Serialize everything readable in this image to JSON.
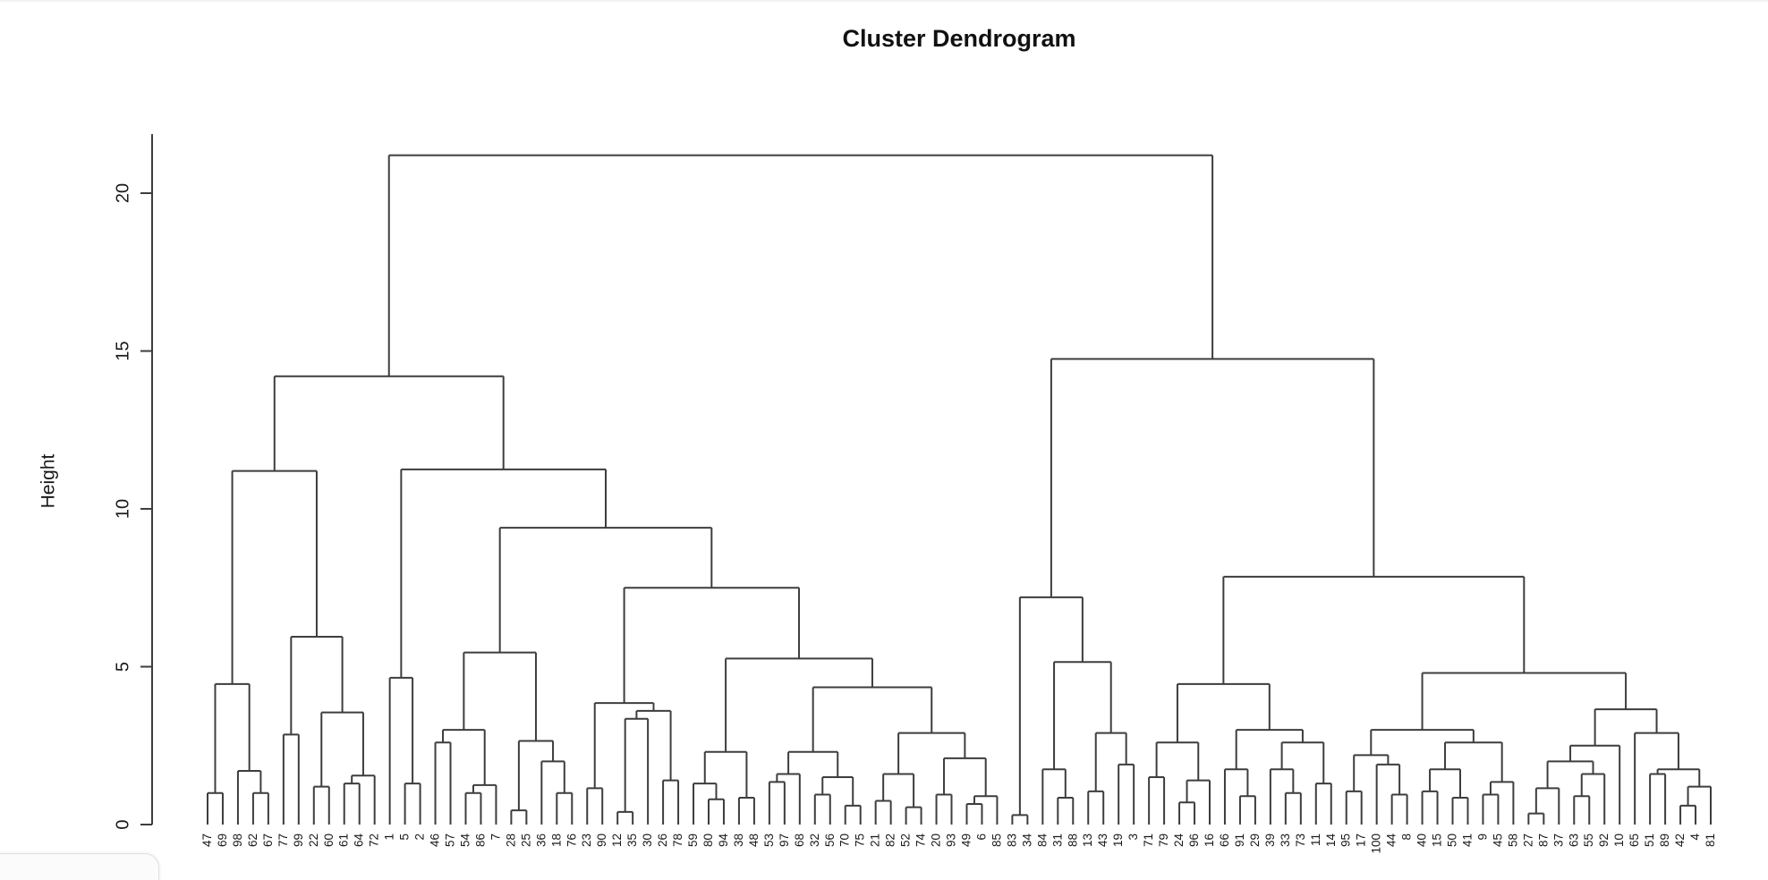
{
  "title": "Cluster Dendrogram",
  "axis": {
    "ylabel": "Height",
    "yticks": [
      "0",
      "5",
      "10",
      "15",
      "20"
    ]
  },
  "colors": {
    "line": "#3d3d3d",
    "text": "#1a1a1a",
    "background": "#ffffff"
  },
  "chart_data": {
    "type": "dendrogram",
    "title": "Cluster Dendrogram",
    "xlabel": "",
    "ylabel": "Height",
    "yticks": [
      0,
      5,
      10,
      15,
      20
    ],
    "ylim": [
      0,
      22
    ],
    "root_height": 21.2,
    "grid": false,
    "legend": false,
    "n_leaves": 100,
    "leaf_order": [
      "47",
      "69",
      "98",
      "62",
      "67",
      "77",
      "99",
      "22",
      "60",
      "61",
      "64",
      "72",
      "1",
      "5",
      "2",
      "46",
      "57",
      "54",
      "86",
      "7",
      "28",
      "25",
      "36",
      "18",
      "76",
      "23",
      "90",
      "12",
      "35",
      "30",
      "26",
      "78",
      "59",
      "80",
      "94",
      "38",
      "48",
      "53",
      "97",
      "68",
      "32",
      "56",
      "70",
      "75",
      "21",
      "82",
      "52",
      "74",
      "20",
      "93",
      "49",
      "6",
      "85",
      "83",
      "34",
      "84",
      "31",
      "88",
      "13",
      "43",
      "19",
      "3",
      "71",
      "79",
      "24",
      "96",
      "16",
      "66",
      "91",
      "29",
      "39",
      "33",
      "73",
      "11",
      "14",
      "95",
      "17",
      "100",
      "44",
      "8",
      "40",
      "15",
      "50",
      "41",
      "9",
      "45",
      "58",
      "27",
      "87",
      "37",
      "63",
      "55",
      "92",
      "10",
      "65",
      "51",
      "89",
      "42",
      "4",
      "81"
    ],
    "merge_tree": [
      [
        [
          [
            [
              "47",
              "69",
              1.0
            ],
            [
              "98",
              [
                "62",
                "67",
                1.0
              ],
              1.7
            ],
            4.45
          ],
          [
            [
              "77",
              "99",
              2.85
            ],
            [
              [
                "22",
                "60",
                1.2
              ],
              [
                [
                  "61",
                  "64",
                  1.3
                ],
                "72",
                1.55
              ],
              3.55
            ],
            5.95
          ],
          11.2
        ],
        [
          [
            "1",
            [
              "5",
              "2",
              1.3
            ],
            4.65
          ],
          [
            [
              [
                [
                  "46",
                  "57",
                  2.6
                ],
                [
                  [
                    "54",
                    "86",
                    1.0
                  ],
                  "7",
                  1.25
                ],
                3.0
              ],
              [
                [
                  "28",
                  "25",
                  0.45
                ],
                [
                  "36",
                  [
                    "18",
                    "76",
                    1.0
                  ],
                  2.0
                ],
                2.65
              ],
              5.45
            ],
            [
              [
                [
                  "23",
                  "90",
                  1.15
                ],
                [
                  [
                    [
                      "12",
                      "35",
                      0.4
                    ],
                    "30",
                    3.35
                  ],
                  [
                    "26",
                    "78",
                    1.4
                  ],
                  3.6
                ],
                3.85
              ],
              [
                [
                  [
                    "59",
                    [
                      "80",
                      "94",
                      0.8
                    ],
                    1.3
                  ],
                  [
                    "38",
                    "48",
                    0.85
                  ],
                  2.3
                ],
                [
                  [
                    [
                      [
                        "53",
                        "97",
                        1.35
                      ],
                      "68",
                      1.6
                    ],
                    [
                      [
                        "32",
                        "56",
                        0.95
                      ],
                      [
                        "70",
                        "75",
                        0.6
                      ],
                      1.5
                    ],
                    2.3
                  ],
                  [
                    [
                      [
                        "21",
                        "82",
                        0.75
                      ],
                      [
                        "52",
                        "74",
                        0.55
                      ],
                      1.6
                    ],
                    [
                      [
                        "20",
                        "93",
                        0.95
                      ],
                      [
                        [
                          "49",
                          "6",
                          0.65
                        ],
                        "85",
                        0.9
                      ],
                      2.1
                    ],
                    2.9
                  ],
                  4.35
                ],
                5.26
              ],
              7.5
            ],
            9.4
          ],
          11.25
        ],
        14.2
      ],
      [
        [
          [
            "83",
            "34",
            0.3
          ],
          [
            [
              "84",
              [
                "31",
                "88",
                0.85
              ],
              1.75
            ],
            [
              [
                "13",
                "43",
                1.05
              ],
              [
                "19",
                "3",
                1.9
              ],
              2.9
            ],
            5.15
          ],
          7.2
        ],
        [
          [
            [
              [
                "71",
                "79",
                1.5
              ],
              [
                [
                  "24",
                  "96",
                  0.7
                ],
                "16",
                1.4
              ],
              2.6
            ],
            [
              [
                "66",
                [
                  "91",
                  "29",
                  0.9
                ],
                1.75
              ],
              [
                [
                  "39",
                  [
                    "33",
                    "73",
                    1.0
                  ],
                  1.75
                ],
                [
                  "11",
                  "14",
                  1.3
                ],
                2.6
              ],
              3.0
            ],
            4.45
          ],
          [
            [
              [
                [
                  "95",
                  "17",
                  1.05
                ],
                [
                  "100",
                  [
                    "44",
                    "8",
                    0.95
                  ],
                  1.9
                ],
                2.2
              ],
              [
                [
                  [
                    "40",
                    "15",
                    1.05
                  ],
                  [
                    "50",
                    "41",
                    0.85
                  ],
                  1.75
                ],
                [
                  [
                    "9",
                    "45",
                    0.95
                  ],
                  "58",
                  1.35
                ],
                2.6
              ],
              3.0
            ],
            [
              [
                [
                  [
                    [
                      "27",
                      "87",
                      0.35
                    ],
                    "37",
                    1.15
                  ],
                  [
                    [
                      "63",
                      "55",
                      0.9
                    ],
                    "92",
                    1.6
                  ],
                  2.0
                ],
                "10",
                2.5
              ],
              [
                "65",
                [
                  [
                    "51",
                    "89",
                    1.6
                  ],
                  [
                    [
                      "42",
                      "4",
                      0.6
                    ],
                    "81",
                    1.2
                  ],
                  1.75
                ],
                2.9
              ],
              3.65
            ],
            4.8
          ],
          7.85
        ],
        14.75
      ],
      21.2
    ]
  }
}
